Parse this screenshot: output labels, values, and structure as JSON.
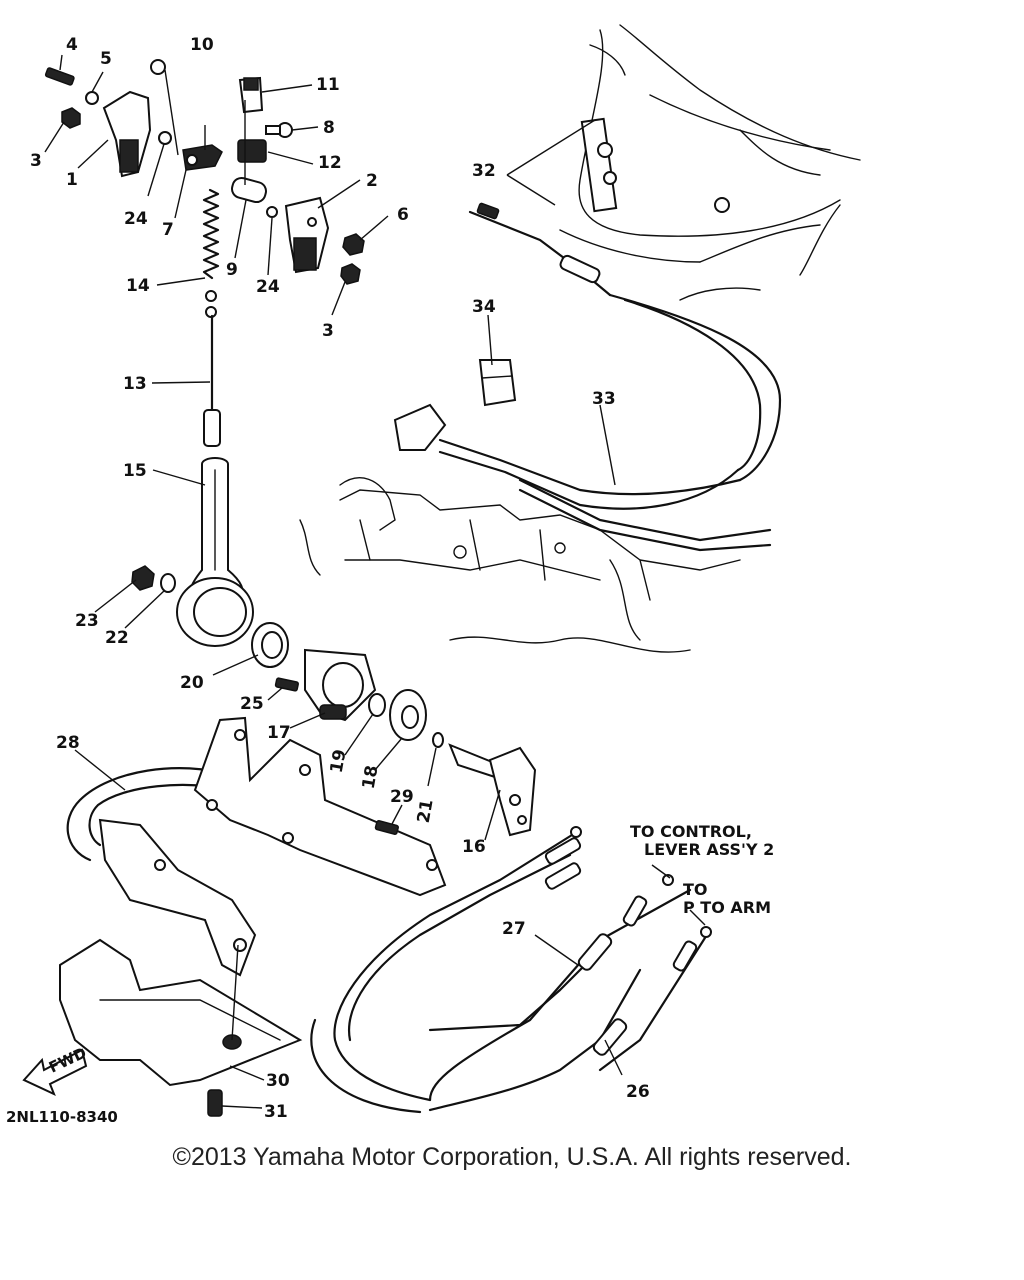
{
  "diagram": {
    "part_numbers": [
      "1",
      "2",
      "3",
      "3",
      "4",
      "5",
      "6",
      "7",
      "8",
      "9",
      "10",
      "11",
      "12",
      "13",
      "14",
      "15",
      "16",
      "17",
      "18",
      "19",
      "20",
      "21",
      "22",
      "23",
      "24",
      "24",
      "25",
      "26",
      "27",
      "28",
      "29",
      "30",
      "31",
      "32",
      "33",
      "34"
    ],
    "notes": {
      "to_control_line1": "TO CONTROL,",
      "to_control_line2": "LEVER ASS'Y 2",
      "to_pto_line1": "TO",
      "to_pto_line2": "P TO ARM",
      "fwd": "FWD"
    },
    "drawing_code": "2NL110-8340"
  },
  "footer": {
    "copyright": "©2013 Yamaha Motor Corporation, U.S.A. All rights reserved."
  }
}
